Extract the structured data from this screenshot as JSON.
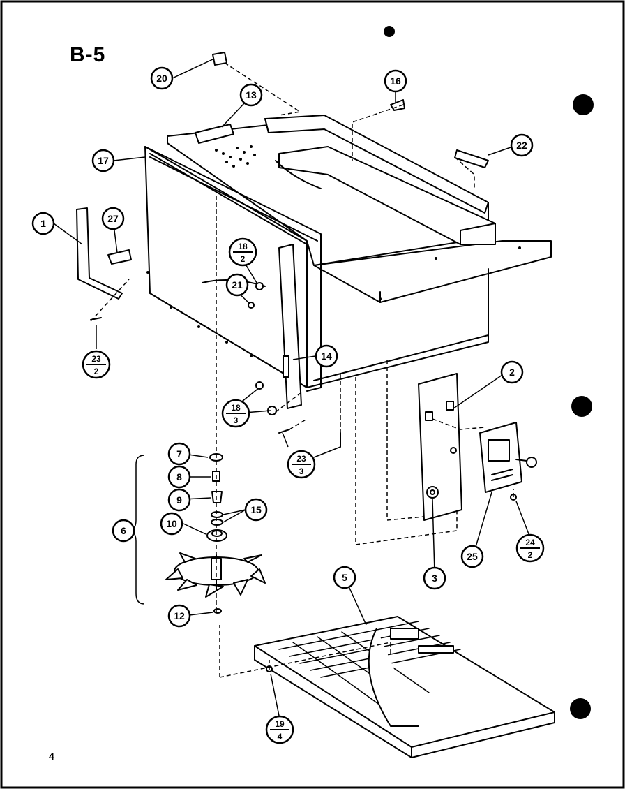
{
  "diagram": {
    "title": "B-5",
    "page_number": "4",
    "callouts": {
      "c20": "20",
      "c13": "13",
      "c16": "16",
      "c22": "22",
      "c17": "17",
      "c1": "1",
      "c27": "27",
      "c18a_top": "18",
      "c18a_bot": "2",
      "c21": "21",
      "c23a_top": "23",
      "c23a_bot": "2",
      "c14": "14",
      "c2": "2",
      "c18b_top": "18",
      "c18b_bot": "3",
      "c23b_top": "23",
      "c23b_bot": "3",
      "c7": "7",
      "c8": "8",
      "c9": "9",
      "c15": "15",
      "c10": "10",
      "c6": "6",
      "c25": "25",
      "c24_top": "24",
      "c24_bot": "2",
      "c3": "3",
      "c5": "5",
      "c12": "12",
      "c19_top": "19",
      "c19_bot": "4"
    }
  }
}
